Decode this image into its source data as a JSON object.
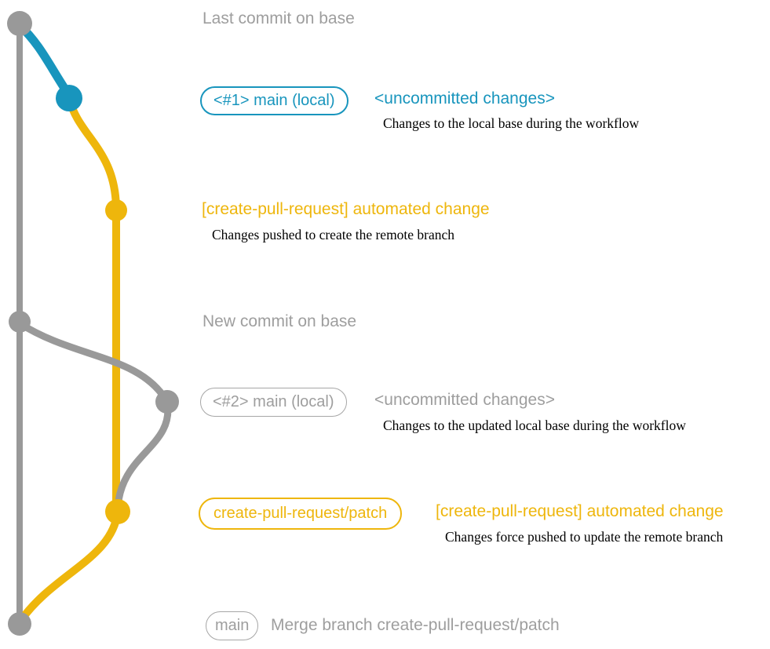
{
  "colors": {
    "blue": "#1895bd",
    "yellow": "#eeb60c",
    "gray": "#999999",
    "gray_text": "#9e9e9e",
    "desc_text": "#000000"
  },
  "graph": {
    "branches": [
      {
        "name": "base",
        "color_key": "gray"
      },
      {
        "name": "local-main",
        "color_key": "blue"
      },
      {
        "name": "create-pull-request/patch",
        "color_key": "yellow"
      }
    ],
    "nodes": [
      {
        "id": "last-commit-on-base",
        "color_key": "gray"
      },
      {
        "id": "local-main-commit-1",
        "color_key": "blue"
      },
      {
        "id": "pr-branch-commit-1",
        "color_key": "yellow"
      },
      {
        "id": "new-commit-on-base",
        "color_key": "gray"
      },
      {
        "id": "local-main-commit-2",
        "color_key": "gray"
      },
      {
        "id": "pr-branch-commit-2",
        "color_key": "yellow"
      },
      {
        "id": "merge-commit",
        "color_key": "gray"
      }
    ]
  },
  "annotations": {
    "last_commit": {
      "label": "Last commit on base"
    },
    "step1": {
      "badge": "<#1> main (local)",
      "title": "<uncommitted changes>",
      "desc": "Changes to the local base during the workflow"
    },
    "step2": {
      "title": "[create-pull-request] automated change",
      "desc": "Changes pushed to create the remote branch"
    },
    "new_commit": {
      "label": "New commit on base"
    },
    "step3": {
      "badge": "<#2> main (local)",
      "title": "<uncommitted changes>",
      "desc": "Changes to the updated local base during the workflow"
    },
    "step4": {
      "badge": "create-pull-request/patch",
      "title": "[create-pull-request] automated change",
      "desc": "Changes force pushed to update the remote branch"
    },
    "merge": {
      "badge": "main",
      "label": "Merge branch create-pull-request/patch"
    }
  }
}
